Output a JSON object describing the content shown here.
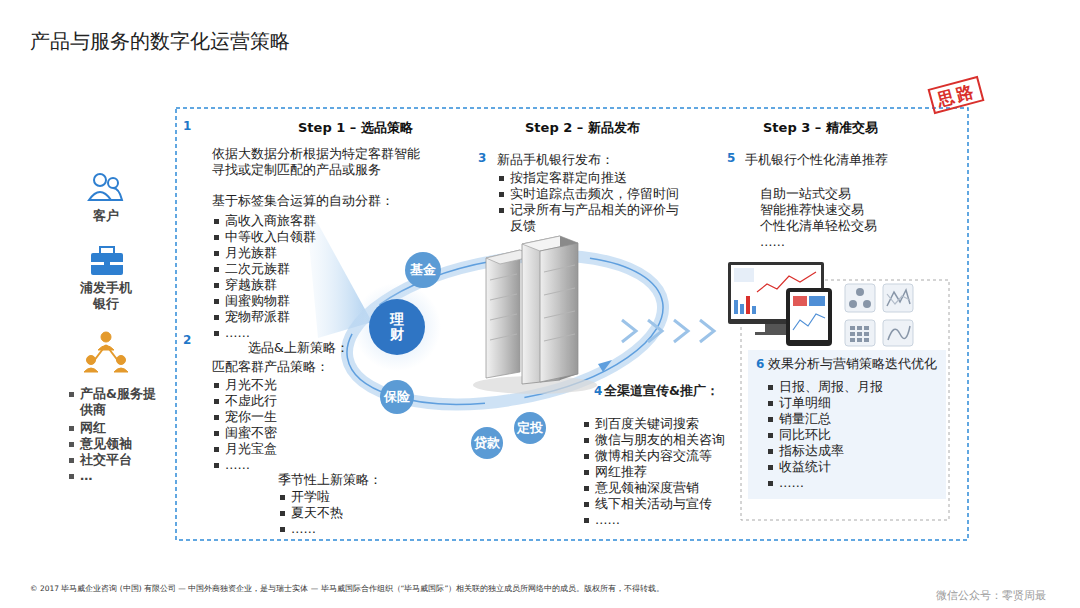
{
  "diagram": {
    "title": "产品与服务的数字化运营策略",
    "caption": "© 2017 毕马威企业咨询 (中国) 有限公司 — 中国外商独资企业，是与瑞士实体 — 毕马威国际合作组织（“毕马威国际”）相关联的独立成员所网络中的成员。版权所有，不得转载。",
    "nodes": [
      {
        "text": [
          "基金"
        ]
      },
      {
        "text": [
          "理财"
        ]
      },
      {
        "text": [
          "保险"
        ]
      },
      {
        "text": [
          "贷款"
        ]
      },
      {
        "text": [
          "定投"
        ]
      },
      {
        "text": [
          "6",
          "效果分析与营销策略迭代优化",
          "日报、周报、月报",
          "订单明细",
          "销量汇总",
          "同比环比",
          "指标达成率",
          "收益统计",
          "……"
        ]
      }
    ],
    "labels": [
      "1",
      "Step 1 – 选品策略",
      "依据大数据分析根据为特定客群智能寻找或定制匹配的产品或服务",
      "基于标签集合运算的自动分群：",
      "高收入商旅客群",
      "中等收入白领群",
      "月光族群",
      "二次元族群",
      "穿越族群",
      "闺蜜购物群",
      "宠物帮派群",
      "……",
      "2",
      "选品&上新策略：",
      "匹配客群产品策略：",
      "月光不光",
      "不虚此行",
      "宠你一生",
      "闺蜜不密",
      "月光宝盒",
      "……",
      "季节性上新策略：",
      "开学啦",
      "夏天不热",
      "……",
      "Step 2 – 新品发布",
      "3",
      "新品手机银行发布：",
      "按指定客群定向推送",
      "实时追踪点击频次，停留时间",
      "记录所有与产品相关的评价与反馈",
      "4",
      "全渠道宣传&推广：",
      "到百度关键词搜索",
      "微信与朋友的相关咨询",
      "微博相关内容交流等",
      "网红推荐",
      "意见领袖深度营销",
      "线下相关活动与宣传",
      "……",
      "Step 3 – 精准交易",
      "5",
      "手机银行个性化清单推荐",
      "自助一站式交易",
      "智能推荐快速交易",
      "个性化清单轻松交易",
      "……",
      "客户",
      "浦发手机银行",
      "产品&服务提供商",
      "网红",
      "意见领袖",
      "社交平台",
      "…",
      "思路",
      "微信公众号：零贤周最"
    ]
  }
}
